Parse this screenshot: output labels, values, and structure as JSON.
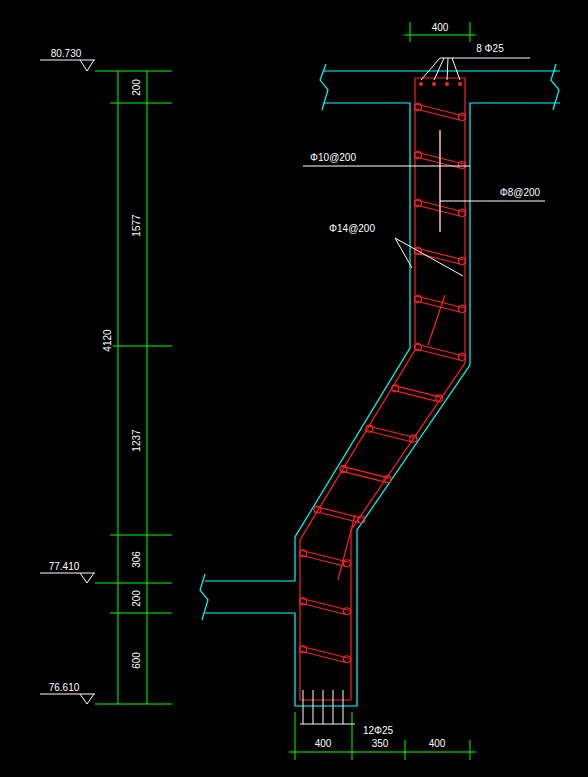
{
  "diagram": {
    "labels": [
      "80.730",
      "200",
      "1577",
      "4120",
      "1237",
      "306",
      "200",
      "600",
      "77.410",
      "76.610",
      "400",
      "8 Φ25",
      "Φ10@200",
      "Φ8@200",
      "Φ14@200",
      "12Φ25",
      "400",
      "350",
      "400"
    ]
  }
}
